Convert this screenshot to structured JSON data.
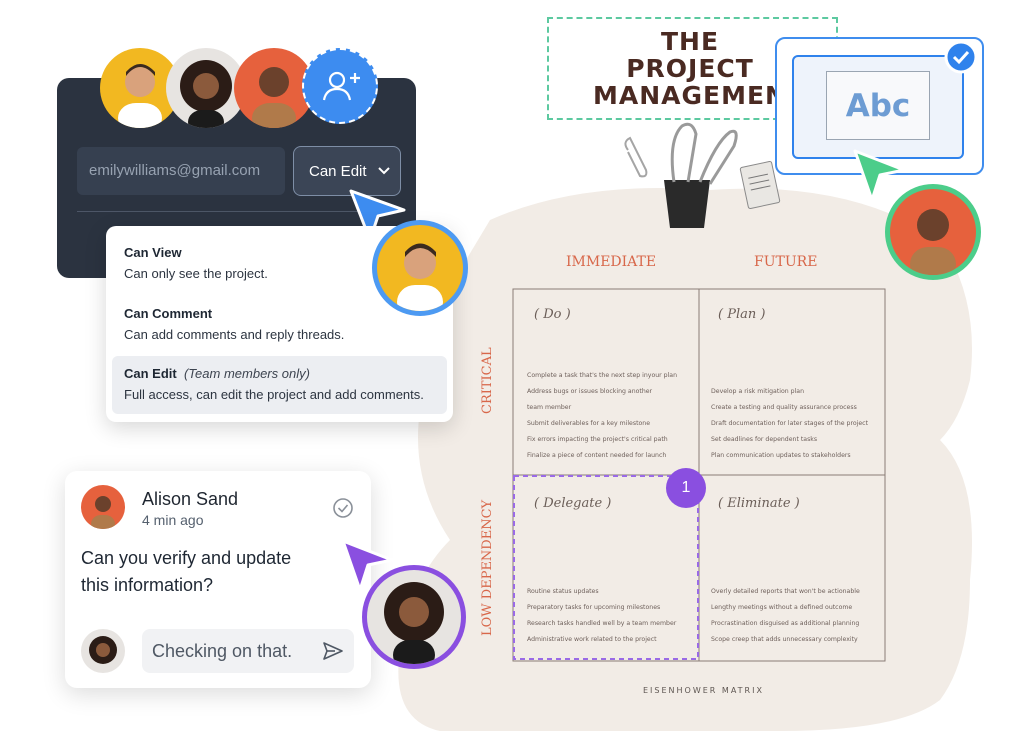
{
  "share": {
    "email": "emilywilliams@gmail.com",
    "permission": "Can Edit"
  },
  "menu": {
    "items": [
      {
        "title": "Can View",
        "desc": "Can only see the project."
      },
      {
        "title": "Can Comment",
        "desc": "Can add comments and reply threads."
      },
      {
        "title": "Can Edit",
        "note": "(Team members only)",
        "desc": "Full access, can edit the project and add comments."
      }
    ]
  },
  "comment": {
    "author": "Alison Sand",
    "time": "4 min ago",
    "text": "Can you verify and update this information?",
    "reply": "Checking on that."
  },
  "doc": {
    "title_line1": "THE",
    "title_line2": "PROJECT",
    "title_line3": "MANAGEMEN",
    "abc": "Abc"
  },
  "matrix": {
    "col1": "IMMEDIATE",
    "col2": "FUTURE",
    "row1": "CRITICAL",
    "row2": "LOW DEPENDENCY",
    "footer": "EISENHOWER MATRIX",
    "badge": "1",
    "quadrants": [
      {
        "title": "( Do )",
        "tasks": [
          "Complete a task that's the next step inyour plan",
          "Address bugs or issues blocking another",
          "team member",
          "Submit deliverables for a key milestone",
          "Fix errors impacting the project's critical path",
          "Finalize a piece of content needed for launch"
        ]
      },
      {
        "title": "( Plan )",
        "tasks": [
          "Develop a risk mitigation plan",
          "Create a testing and quality assurance process",
          "Draft documentation for later stages of the project",
          "Set deadlines for dependent tasks",
          "Plan communication updates to stakeholders"
        ]
      },
      {
        "title": "( Delegate )",
        "tasks": [
          "Routine status updates",
          "Preparatory tasks for upcoming milestones",
          "Research tasks handled well by a team member",
          "Administrative work related to the project"
        ]
      },
      {
        "title": "( Eliminate )",
        "tasks": [
          "Overly detailed reports that won't be actionable",
          "Lengthy meetings without a defined outcome",
          "Procrastination disguised as additional planning",
          "Scope creep that adds unnecessary complexity"
        ]
      }
    ]
  },
  "colors": {
    "panel": "#2b3340",
    "accent_blue": "#3d8cf0",
    "accent_purple": "#8a4fe0",
    "accent_green": "#4ccd8a",
    "matrix_orange": "#d8674a",
    "blob": "#f2ece6"
  },
  "icons": [
    "add-user-icon",
    "chevron-down-icon",
    "check-circle-icon",
    "send-icon",
    "cursor-arrow-icon",
    "binder-clip-icon",
    "paper-clip-icon",
    "checkmark-badge-icon"
  ]
}
